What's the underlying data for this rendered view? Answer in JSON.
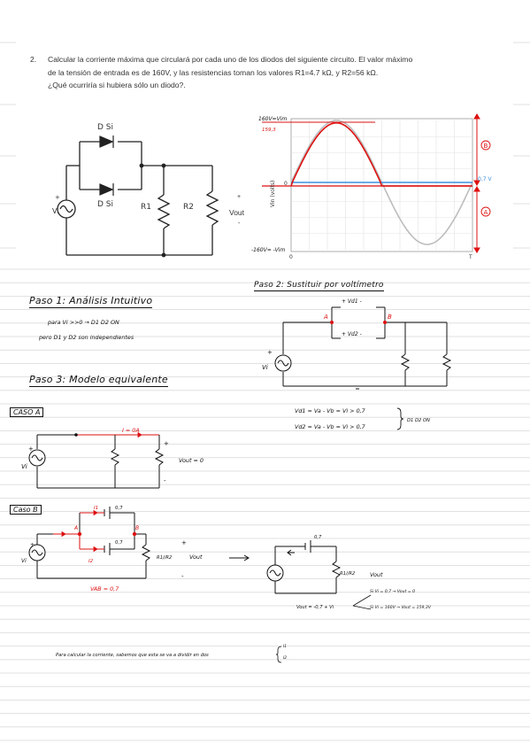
{
  "question": {
    "number": "2.",
    "line1": "Calcular la corriente máxima que circulará por cada uno de los diodos del siguiente circuito. El valor máximo",
    "line2": "de la tensión de entrada es de 160V, y las resistencias toman los valores R1=4.7 kΩ, y R2=56 kΩ.",
    "line3": "¿Qué ocurriría si hubiera sólo un diodo?."
  },
  "circuit": {
    "diode1": "D Si",
    "diode2": "D Si",
    "r1": "R1",
    "r2": "R2",
    "vin": "Vi",
    "vout": "Vout",
    "plus": "+",
    "minus": "-"
  },
  "waveform": {
    "ylabel": "Vin (volts)",
    "ymax_label": "160V=Vim",
    "ymin_label": "-160V= -Vim",
    "zero_label": "0",
    "x0_label": "0",
    "xT_label": "T",
    "peak_note": "159,3",
    "vd_label": "0,7 V",
    "label_b": "B",
    "label_a": "A"
  },
  "steps": {
    "step1_title": "Paso 1: Análisis Intuitivo",
    "step1_line1": "para Vi >>0 → D1 D2 ON",
    "step1_line2": "pero D1 y D2 son independientes",
    "step2_title": "Paso 2: Sustituir por voltímetro",
    "step2_vd1": "+ Vd1 -",
    "step2_vd2": "+ Vd2 -",
    "step2_a": "A",
    "step2_b": "B",
    "step2_vi": "Vi",
    "step2_plus": "+",
    "step3_title": "Paso 3: Modelo equivalente",
    "eq1": "Vd1 = Va - Vb = Vi > 0,7",
    "eq2": "Vd2 = Va - Vb = Vi > 0,7",
    "eq_result": "D1 D2 ON"
  },
  "caseA": {
    "title": "CASO A",
    "current": "I = 0A",
    "vi": "Vi",
    "vout": "Vout = 0",
    "plus": "+",
    "minus": "-"
  },
  "caseB": {
    "title": "Caso B",
    "i1": "I1",
    "i2": "I2",
    "v07a": "0,7",
    "v07b": "0,7",
    "node_a": "A",
    "node_b": "B",
    "vi": "Vi",
    "req": "R1//R2",
    "vout": "Vout",
    "vab": "VAB = 0,7",
    "plus": "+",
    "minus": "-",
    "eq_req": "R1//R2",
    "eq_v07": "0,7",
    "eq_vout_label": "Vout",
    "eq_vout": "Vout = -0,7 + Vi",
    "cond1": "Si Vi = 0,7 → Vout = 0",
    "cond2": "Si Vi = 160V → Vout = 159,3V"
  },
  "footer": {
    "text": "Para calcular la corriente, sabemos que esta se va a dividir en dos",
    "i1": "I1",
    "i2": "I2"
  }
}
